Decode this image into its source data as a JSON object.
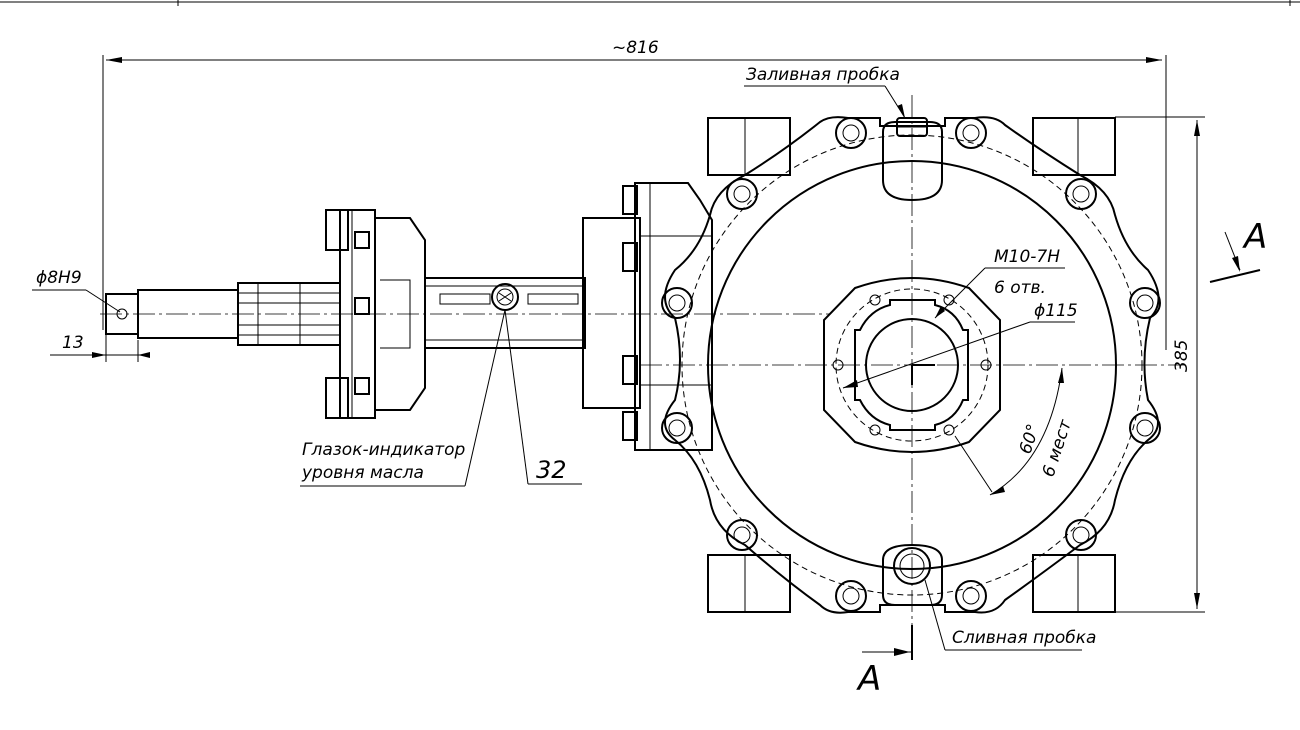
{
  "labels": {
    "overall_length": "~816",
    "fill_plug": "Заливная пробка",
    "drain_plug": "Сливная пробка",
    "shaft_fit": "ϕ8H9",
    "shaft_offset": "13",
    "thread": "M10-7H",
    "holes": "6 отв.",
    "bolt_circle": "ϕ115",
    "angle": "60°",
    "places": "6 мест",
    "height": "385",
    "sight_glass_line1": "Глазок-индикатор",
    "sight_glass_line2": "уровня масла",
    "key_size": "32",
    "section_top": "A",
    "section_bottom": "A"
  }
}
